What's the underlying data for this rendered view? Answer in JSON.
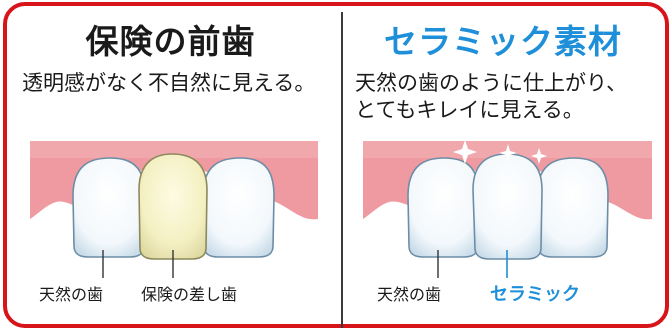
{
  "left_panel": {
    "title": "保険の前歯",
    "description": "透明感がなく不自然に見える。",
    "label_natural": "天然の歯",
    "label_insurance": "保険の差し歯"
  },
  "right_panel": {
    "title": "セラミック素材",
    "description_line1": "天然の歯のように仕上がり、",
    "description_line2": "とてもキレイに見える。",
    "label_natural": "天然の歯",
    "label_ceramic": "セラミック"
  },
  "colors": {
    "frame": "#d8141b",
    "ceramic_accent": "#1e8fd8",
    "gum": "#ee9aa0",
    "insurance_tooth": "#f4f1c8"
  }
}
